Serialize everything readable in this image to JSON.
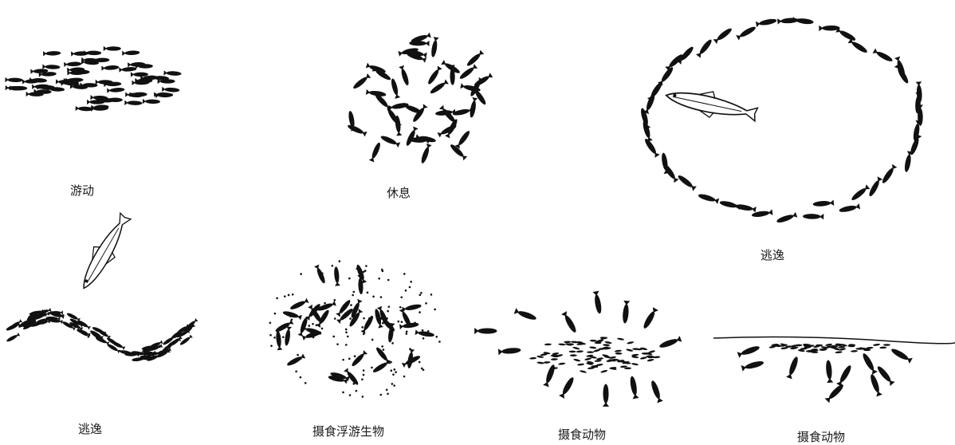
{
  "figure": {
    "ink_color": "#111111",
    "background": "#ffffff",
    "panels": [
      {
        "id": "cruising",
        "caption": "游动"
      },
      {
        "id": "resting",
        "caption": "休息"
      },
      {
        "id": "escape-ring",
        "caption": "逃逸"
      },
      {
        "id": "escape-wave",
        "caption": "逃逸"
      },
      {
        "id": "feeding-plankton",
        "caption": "摄食浮游生物"
      },
      {
        "id": "feeding-animals",
        "caption": "摄食动物"
      },
      {
        "id": "feeding-animals-surface",
        "caption": "摄食动物"
      }
    ]
  }
}
